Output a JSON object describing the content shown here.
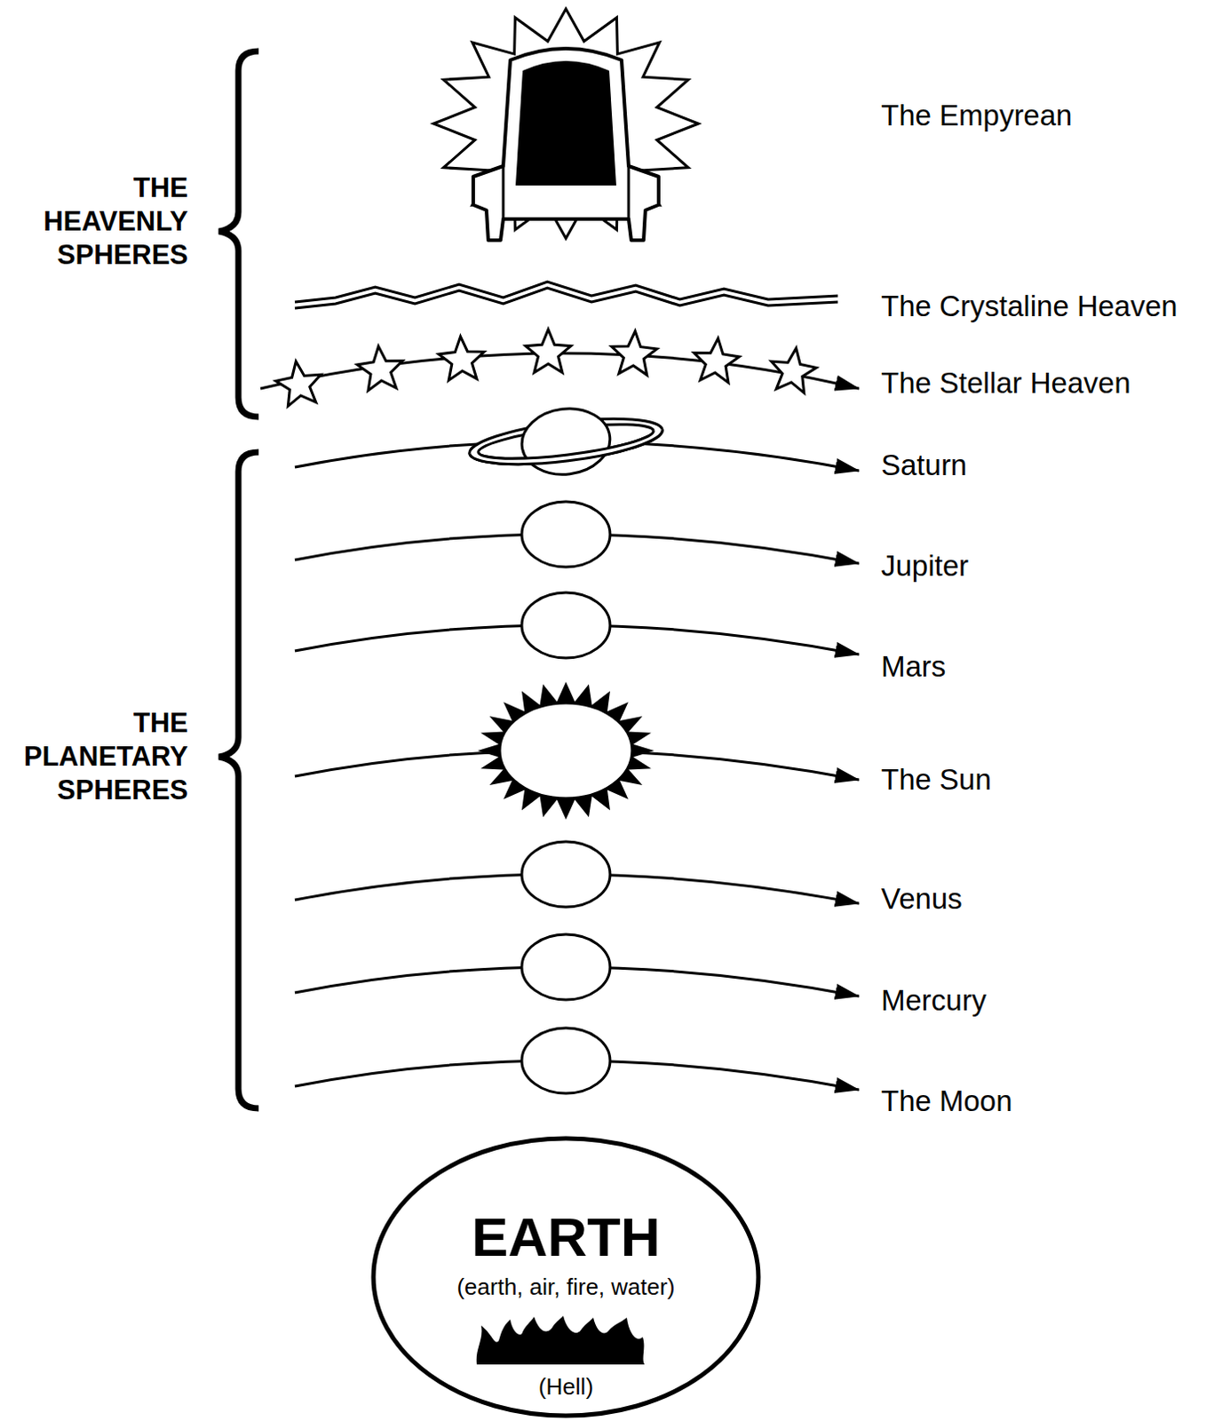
{
  "diagram": {
    "nodes": [
      {
        "text": [
          "EARTH",
          "(earth, air, fire, water)",
          "(Hell)"
        ]
      }
    ],
    "labels": [
      "THE HEAVENLY SPHERES",
      "The Empyrean",
      "The Crystaline Heaven",
      "The Stellar Heaven",
      "THE PLANETARY SPHERES",
      "Saturn",
      "Jupiter",
      "Mars",
      "The Sun",
      "Venus",
      "Mercury",
      "The Moon"
    ]
  }
}
